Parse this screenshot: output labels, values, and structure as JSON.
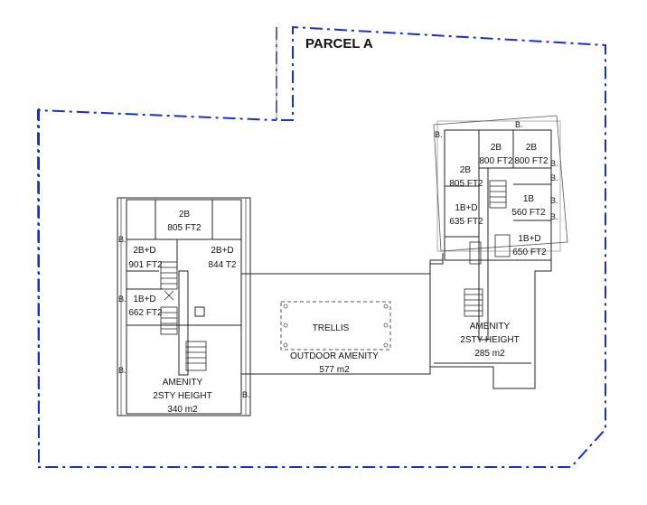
{
  "parcel_label": "PARCEL A",
  "colors": {
    "boundary": "#1a2fc4",
    "walls": "#222222"
  },
  "west_tower": {
    "units": [
      {
        "type": "2B",
        "area": "805 FT2"
      },
      {
        "type": "2B+D",
        "area": "901 FT2"
      },
      {
        "type": "2B+D",
        "area": "844 T2"
      },
      {
        "type": "1B+D",
        "area": "662 FT2"
      }
    ],
    "amenity": {
      "name": "AMENITY",
      "height": "2STY HEIGHT",
      "area": "340 m2"
    },
    "balcony_tags": [
      "B.",
      "B.",
      "B.",
      "B."
    ]
  },
  "east_tower": {
    "units": [
      {
        "type": "2B",
        "area": "800 FT2"
      },
      {
        "type": "2B",
        "area": "800 FT2"
      },
      {
        "type": "2B",
        "area": "805 FT2"
      },
      {
        "type": "1B",
        "area": "560 FT2"
      },
      {
        "type": "1B+D",
        "area": "635 FT2"
      },
      {
        "type": "1B+D",
        "area": "650 FT2"
      }
    ],
    "amenity": {
      "name": "AMENITY",
      "height": "2STY HEIGHT",
      "area": "285 m2"
    },
    "balcony_tags": [
      "B.",
      "B.",
      "B.",
      "B.",
      "B.",
      "B."
    ]
  },
  "courtyard": {
    "trellis": "TRELLIS",
    "name": "OUTDOOR AMENITY",
    "area": "577 m2"
  }
}
